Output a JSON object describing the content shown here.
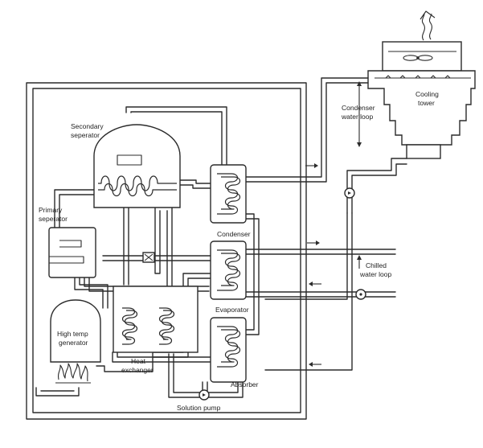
{
  "labels": {
    "secondary_separator_l1": "Secondary",
    "secondary_separator_l2": "seperator",
    "primary_separator_l1": "Primary",
    "primary_separator_l2": "seperator",
    "condenser": "Condenser",
    "evaporator": "Evaporator",
    "absorber": "Absorber",
    "high_temp_generator_l1": "High temp",
    "high_temp_generator_l2": "generator",
    "heat_exchanger_l1": "Heat",
    "heat_exchanger_l2": "exchanger",
    "solution_pump": "Solution pump",
    "cooling_tower_l1": "Cooling",
    "cooling_tower_l2": "tower",
    "condenser_water_loop_l1": "Condenser",
    "condenser_water_loop_l2": "water loop",
    "chilled_water_loop_l1": "Chilled",
    "chilled_water_loop_l2": "water loop"
  }
}
